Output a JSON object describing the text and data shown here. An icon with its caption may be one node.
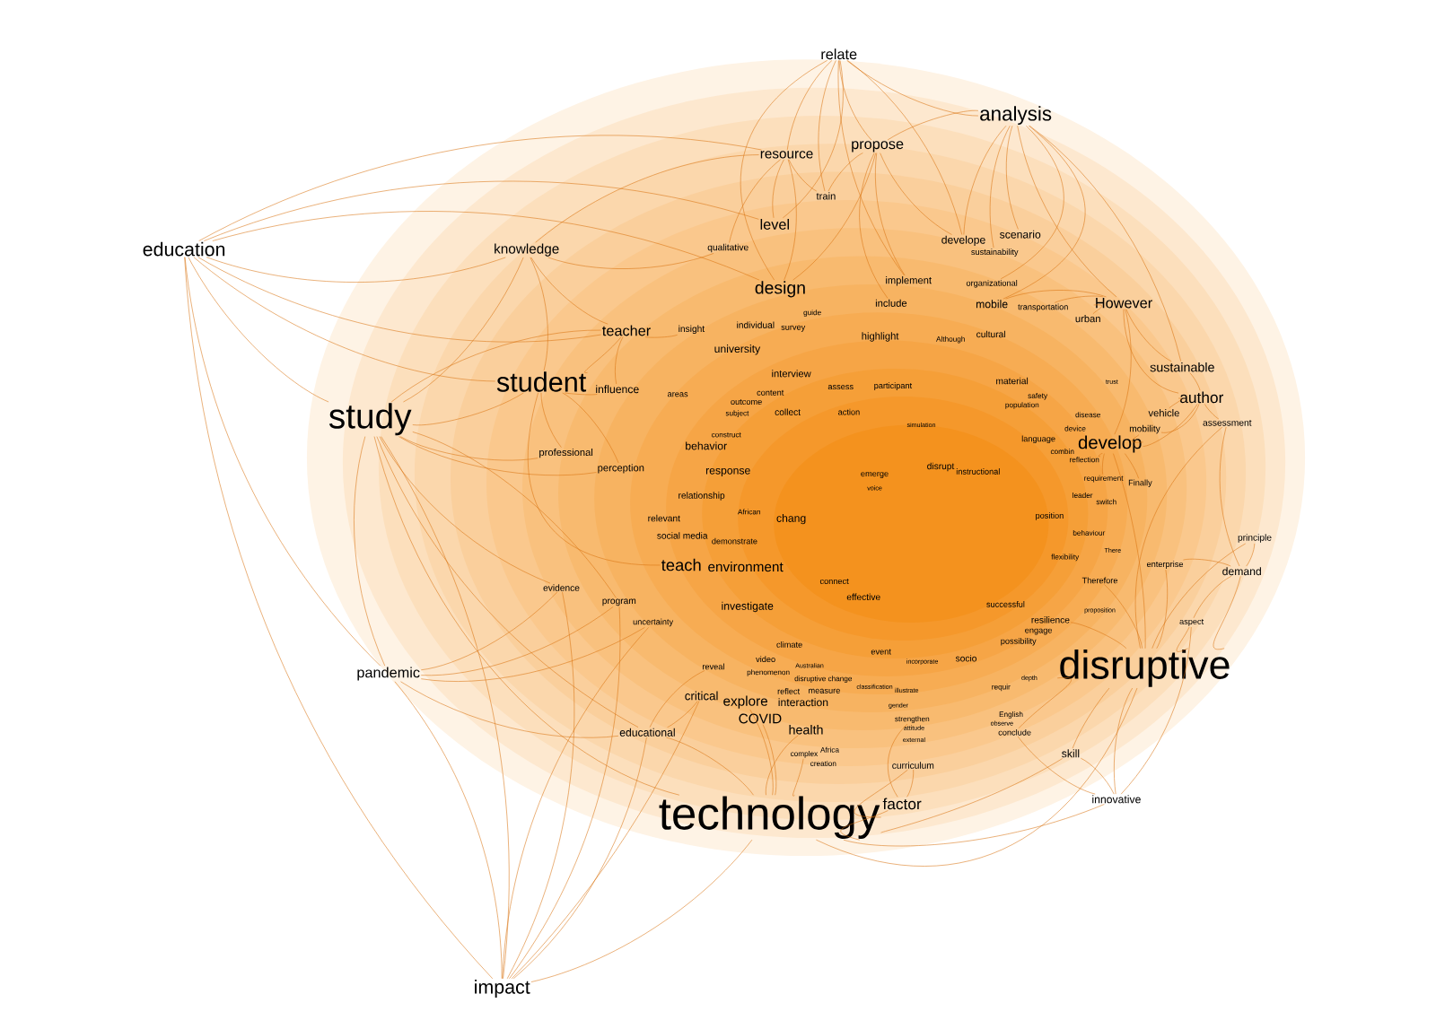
{
  "diagram": {
    "nodes": [
      {
        "text": [
          "relate"
        ]
      },
      {
        "text": [
          "analysis"
        ]
      },
      {
        "text": [
          "propose"
        ]
      },
      {
        "text": [
          "resource"
        ]
      },
      {
        "text": [
          "train"
        ]
      },
      {
        "text": [
          "level"
        ]
      },
      {
        "text": [
          "scenario"
        ]
      },
      {
        "text": [
          "develope"
        ]
      },
      {
        "text": [
          "qualitative"
        ]
      },
      {
        "text": [
          "education"
        ]
      },
      {
        "text": [
          "knowledge"
        ]
      },
      {
        "text": [
          "sustainability"
        ]
      },
      {
        "text": [
          "implement"
        ]
      },
      {
        "text": [
          "organizational"
        ]
      },
      {
        "text": [
          "design"
        ]
      },
      {
        "text": [
          "include"
        ]
      },
      {
        "text": [
          "However"
        ]
      },
      {
        "text": [
          "mobile"
        ]
      },
      {
        "text": [
          "transportation"
        ]
      },
      {
        "text": [
          "guide"
        ]
      },
      {
        "text": [
          "urban"
        ]
      },
      {
        "text": [
          "individual"
        ]
      },
      {
        "text": [
          "survey"
        ]
      },
      {
        "text": [
          "insight"
        ]
      },
      {
        "text": [
          "teacher"
        ]
      },
      {
        "text": [
          "cultural"
        ]
      },
      {
        "text": [
          "highlight"
        ]
      },
      {
        "text": [
          "Although"
        ]
      },
      {
        "text": [
          "university"
        ]
      },
      {
        "text": [
          "sustainable"
        ]
      },
      {
        "text": [
          "interview"
        ]
      },
      {
        "text": [
          "material"
        ]
      },
      {
        "text": [
          "trust"
        ]
      },
      {
        "text": [
          "student"
        ]
      },
      {
        "text": [
          "participant"
        ]
      },
      {
        "text": [
          "assess"
        ]
      },
      {
        "text": [
          "influence"
        ]
      },
      {
        "text": [
          "content"
        ]
      },
      {
        "text": [
          "areas"
        ]
      },
      {
        "text": [
          "safety"
        ]
      },
      {
        "text": [
          "author"
        ]
      },
      {
        "text": [
          "outcome"
        ]
      },
      {
        "text": [
          "population"
        ]
      },
      {
        "text": [
          "collect"
        ]
      },
      {
        "text": [
          "action"
        ]
      },
      {
        "text": [
          "vehicle"
        ]
      },
      {
        "text": [
          "subject"
        ]
      },
      {
        "text": [
          "disease"
        ]
      },
      {
        "text": [
          "study"
        ]
      },
      {
        "text": [
          "assessment"
        ]
      },
      {
        "text": [
          "simulation"
        ]
      },
      {
        "text": [
          "device"
        ]
      },
      {
        "text": [
          "mobility"
        ]
      },
      {
        "text": [
          "construct"
        ]
      },
      {
        "text": [
          "language"
        ]
      },
      {
        "text": [
          "develop"
        ]
      },
      {
        "text": [
          "behavior"
        ]
      },
      {
        "text": [
          "combin"
        ]
      },
      {
        "text": [
          "professional"
        ]
      },
      {
        "text": [
          "reflection"
        ]
      },
      {
        "text": [
          "disrupt"
        ]
      },
      {
        "text": [
          "perception"
        ]
      },
      {
        "text": [
          "instructional"
        ]
      },
      {
        "text": [
          "response"
        ]
      },
      {
        "text": [
          "emerge"
        ]
      },
      {
        "text": [
          "requirement"
        ]
      },
      {
        "text": [
          "Finally"
        ]
      },
      {
        "text": [
          "voice"
        ]
      },
      {
        "text": [
          "leader"
        ]
      },
      {
        "text": [
          "relationship"
        ]
      },
      {
        "text": [
          "switch"
        ]
      },
      {
        "text": [
          "African"
        ]
      },
      {
        "text": [
          "position"
        ]
      },
      {
        "text": [
          "relevant"
        ]
      },
      {
        "text": [
          "chang"
        ]
      },
      {
        "text": [
          "behaviour"
        ]
      },
      {
        "text": [
          "social media"
        ]
      },
      {
        "text": [
          "principle"
        ]
      },
      {
        "text": [
          "demonstrate"
        ]
      },
      {
        "text": [
          "There"
        ]
      },
      {
        "text": [
          "flexibility"
        ]
      },
      {
        "text": [
          "teach"
        ]
      },
      {
        "text": [
          "environment"
        ]
      },
      {
        "text": [
          "enterprise"
        ]
      },
      {
        "text": [
          "demand"
        ]
      },
      {
        "text": [
          "Therefore"
        ]
      },
      {
        "text": [
          "connect"
        ]
      },
      {
        "text": [
          "evidence"
        ]
      },
      {
        "text": [
          "effective"
        ]
      },
      {
        "text": [
          "program"
        ]
      },
      {
        "text": [
          "successful"
        ]
      },
      {
        "text": [
          "investigate"
        ]
      },
      {
        "text": [
          "proposition"
        ]
      },
      {
        "text": [
          "resilience"
        ]
      },
      {
        "text": [
          "uncertainty"
        ]
      },
      {
        "text": [
          "aspect"
        ]
      },
      {
        "text": [
          "engage"
        ]
      },
      {
        "text": [
          "possibility"
        ]
      },
      {
        "text": [
          "climate"
        ]
      },
      {
        "text": [
          "event"
        ]
      },
      {
        "text": [
          "socio"
        ]
      },
      {
        "text": [
          "video"
        ]
      },
      {
        "text": [
          "incorporate"
        ]
      },
      {
        "text": [
          "Australian"
        ]
      },
      {
        "text": [
          "reveal"
        ]
      },
      {
        "text": [
          "disruptive"
        ]
      },
      {
        "text": [
          "pandemic"
        ]
      },
      {
        "text": [
          "phenomenon"
        ]
      },
      {
        "text": [
          "depth"
        ]
      },
      {
        "text": [
          "disruptive change"
        ]
      },
      {
        "text": [
          "classification"
        ]
      },
      {
        "text": [
          "requir"
        ]
      },
      {
        "text": [
          "illustrate"
        ]
      },
      {
        "text": [
          "measure"
        ]
      },
      {
        "text": [
          "reflect"
        ]
      },
      {
        "text": [
          "critical"
        ]
      },
      {
        "text": [
          "explore"
        ]
      },
      {
        "text": [
          "interaction"
        ]
      },
      {
        "text": [
          "gender"
        ]
      },
      {
        "text": [
          "English"
        ]
      },
      {
        "text": [
          "COVID"
        ]
      },
      {
        "text": [
          "strengthen"
        ]
      },
      {
        "text": [
          "observe"
        ]
      },
      {
        "text": [
          "attitude"
        ]
      },
      {
        "text": [
          "health"
        ]
      },
      {
        "text": [
          "conclude"
        ]
      },
      {
        "text": [
          "educational"
        ]
      },
      {
        "text": [
          "external"
        ]
      },
      {
        "text": [
          "Africa"
        ]
      },
      {
        "text": [
          "skill"
        ]
      },
      {
        "text": [
          "complex"
        ]
      },
      {
        "text": [
          "creation"
        ]
      },
      {
        "text": [
          "curriculum"
        ]
      },
      {
        "text": [
          "innovative"
        ]
      },
      {
        "text": [
          "factor"
        ]
      },
      {
        "text": [
          "technology"
        ]
      },
      {
        "text": [
          "impact"
        ]
      }
    ],
    "edges": [
      {
        "from": 9,
        "to": 10,
        "arrow": "none"
      },
      {
        "from": 9,
        "to": 33,
        "arrow": "none"
      },
      {
        "from": 9,
        "to": 48,
        "arrow": "none"
      },
      {
        "from": 9,
        "to": 24,
        "arrow": "none"
      },
      {
        "from": 9,
        "to": 14,
        "arrow": "none"
      },
      {
        "from": 9,
        "to": 5,
        "arrow": "none"
      },
      {
        "from": 9,
        "to": 3,
        "arrow": "none"
      },
      {
        "from": 9,
        "to": 106,
        "arrow": "none"
      },
      {
        "from": 9,
        "to": 136,
        "arrow": "none"
      },
      {
        "from": 48,
        "to": 33,
        "arrow": "none"
      },
      {
        "from": 48,
        "to": 58,
        "arrow": "none"
      },
      {
        "from": 48,
        "to": 61,
        "arrow": "none"
      },
      {
        "from": 48,
        "to": 87,
        "arrow": "none"
      },
      {
        "from": 48,
        "to": 106,
        "arrow": "none"
      },
      {
        "from": 48,
        "to": 136,
        "arrow": "none"
      },
      {
        "from": 48,
        "to": 89,
        "arrow": "none"
      },
      {
        "from": 48,
        "to": 10,
        "arrow": "none"
      },
      {
        "from": 48,
        "to": 24,
        "arrow": "none"
      },
      {
        "from": 48,
        "to": 135,
        "arrow": "none"
      },
      {
        "from": 48,
        "to": 126,
        "arrow": "none"
      },
      {
        "from": 33,
        "to": 36,
        "arrow": "none"
      },
      {
        "from": 33,
        "to": 58,
        "arrow": "none"
      },
      {
        "from": 33,
        "to": 24,
        "arrow": "none"
      },
      {
        "from": 33,
        "to": 10,
        "arrow": "none"
      },
      {
        "from": 33,
        "to": 81,
        "arrow": "none"
      },
      {
        "from": 33,
        "to": 61,
        "arrow": "none"
      },
      {
        "from": 136,
        "to": 106,
        "arrow": "none"
      },
      {
        "from": 136,
        "to": 126,
        "arrow": "none"
      },
      {
        "from": 136,
        "to": 135,
        "arrow": "none"
      },
      {
        "from": 136,
        "to": 87,
        "arrow": "none"
      },
      {
        "from": 136,
        "to": 89,
        "arrow": "none"
      },
      {
        "from": 136,
        "to": 94,
        "arrow": "none"
      },
      {
        "from": 136,
        "to": 115,
        "arrow": "none"
      },
      {
        "from": 106,
        "to": 87,
        "arrow": "none"
      },
      {
        "from": 106,
        "to": 89,
        "arrow": "none"
      },
      {
        "from": 106,
        "to": 126,
        "arrow": "none"
      },
      {
        "from": 106,
        "to": 94,
        "arrow": "none"
      },
      {
        "from": 0,
        "to": 3,
        "arrow": "none"
      },
      {
        "from": 0,
        "to": 2,
        "arrow": "none"
      },
      {
        "from": 0,
        "to": 4,
        "arrow": "none"
      },
      {
        "from": 0,
        "to": 1,
        "arrow": "none"
      },
      {
        "from": 0,
        "to": 5,
        "arrow": "none"
      },
      {
        "from": 0,
        "to": 7,
        "arrow": "none"
      },
      {
        "from": 0,
        "to": 14,
        "arrow": "none"
      },
      {
        "from": 0,
        "to": 12,
        "arrow": "none"
      },
      {
        "from": 1,
        "to": 2,
        "arrow": "none"
      },
      {
        "from": 1,
        "to": 6,
        "arrow": "none"
      },
      {
        "from": 1,
        "to": 7,
        "arrow": "none"
      },
      {
        "from": 1,
        "to": 16,
        "arrow": "none"
      },
      {
        "from": 1,
        "to": 29,
        "arrow": "none"
      },
      {
        "from": 1,
        "to": 17,
        "arrow": "none"
      },
      {
        "from": 1,
        "to": 11,
        "arrow": "none"
      },
      {
        "from": 1,
        "to": 13,
        "arrow": "none"
      },
      {
        "from": 3,
        "to": 5,
        "arrow": "none"
      },
      {
        "from": 3,
        "to": 4,
        "arrow": "none"
      },
      {
        "from": 3,
        "to": 8,
        "arrow": "none"
      },
      {
        "from": 3,
        "to": 14,
        "arrow": "none"
      },
      {
        "from": 3,
        "to": 10,
        "arrow": "none"
      },
      {
        "from": 2,
        "to": 4,
        "arrow": "none"
      },
      {
        "from": 2,
        "to": 12,
        "arrow": "none"
      },
      {
        "from": 2,
        "to": 15,
        "arrow": "none"
      },
      {
        "from": 2,
        "to": 14,
        "arrow": "none"
      },
      {
        "from": 2,
        "to": 7,
        "arrow": "none"
      },
      {
        "from": 16,
        "to": 20,
        "arrow": "none"
      },
      {
        "from": 16,
        "to": 29,
        "arrow": "none"
      },
      {
        "from": 16,
        "to": 40,
        "arrow": "none"
      },
      {
        "from": 16,
        "to": 55,
        "arrow": "none"
      },
      {
        "from": 16,
        "to": 18,
        "arrow": "none"
      },
      {
        "from": 16,
        "to": 17,
        "arrow": "none"
      },
      {
        "from": 40,
        "to": 29,
        "arrow": "none"
      },
      {
        "from": 40,
        "to": 45,
        "arrow": "none"
      },
      {
        "from": 40,
        "to": 49,
        "arrow": "none"
      },
      {
        "from": 40,
        "to": 55,
        "arrow": "none"
      },
      {
        "from": 40,
        "to": 52,
        "arrow": "none"
      },
      {
        "from": 105,
        "to": 55,
        "arrow": "none"
      },
      {
        "from": 105,
        "to": 84,
        "arrow": "none"
      },
      {
        "from": 105,
        "to": 95,
        "arrow": "none"
      },
      {
        "from": 105,
        "to": 133,
        "arrow": "none"
      },
      {
        "from": 105,
        "to": 129,
        "arrow": "none"
      },
      {
        "from": 105,
        "to": 85,
        "arrow": "none"
      },
      {
        "from": 105,
        "to": 83,
        "arrow": "none"
      },
      {
        "from": 105,
        "to": 93,
        "arrow": "none"
      },
      {
        "from": 105,
        "to": 135,
        "arrow": "none"
      },
      {
        "from": 105,
        "to": 77,
        "arrow": "none"
      },
      {
        "from": 105,
        "to": 49,
        "arrow": "none"
      },
      {
        "from": 105,
        "to": 125,
        "arrow": "none"
      },
      {
        "from": 135,
        "to": 134,
        "arrow": "none"
      },
      {
        "from": 135,
        "to": 124,
        "arrow": "none"
      },
      {
        "from": 135,
        "to": 126,
        "arrow": "none"
      },
      {
        "from": 135,
        "to": 132,
        "arrow": "none"
      },
      {
        "from": 135,
        "to": 116,
        "arrow": "none"
      },
      {
        "from": 135,
        "to": 120,
        "arrow": "none"
      },
      {
        "from": 135,
        "to": 133,
        "arrow": "none"
      },
      {
        "from": 135,
        "to": 129,
        "arrow": "none"
      },
      {
        "from": 135,
        "to": 130,
        "arrow": "none"
      },
      {
        "from": 84,
        "to": 77,
        "arrow": "none"
      },
      {
        "from": 84,
        "to": 83,
        "arrow": "none"
      },
      {
        "from": 84,
        "to": 95,
        "arrow": "none"
      },
      {
        "from": 84,
        "to": 49,
        "arrow": "none"
      },
      {
        "from": 133,
        "to": 129,
        "arrow": "none"
      },
      {
        "from": 133,
        "to": 125,
        "arrow": "none"
      },
      {
        "from": 133,
        "to": 95,
        "arrow": "none"
      },
      {
        "from": 55,
        "to": 52,
        "arrow": "none"
      },
      {
        "from": 55,
        "to": 59,
        "arrow": "none"
      },
      {
        "from": 55,
        "to": 65,
        "arrow": "none"
      },
      {
        "from": 55,
        "to": 66,
        "arrow": "none"
      },
      {
        "from": 10,
        "to": 24,
        "arrow": "none"
      },
      {
        "from": 10,
        "to": 8,
        "arrow": "none"
      },
      {
        "from": 134,
        "to": 132,
        "arrow": "none"
      },
      {
        "from": 134,
        "to": 121,
        "arrow": "none"
      },
      {
        "from": 24,
        "to": 23,
        "arrow": "none"
      },
      {
        "from": 24,
        "to": 36,
        "arrow": "none"
      },
      {
        "from": 126,
        "to": 115,
        "arrow": "none"
      },
      {
        "from": 126,
        "to": 104,
        "arrow": "none"
      }
    ]
  }
}
